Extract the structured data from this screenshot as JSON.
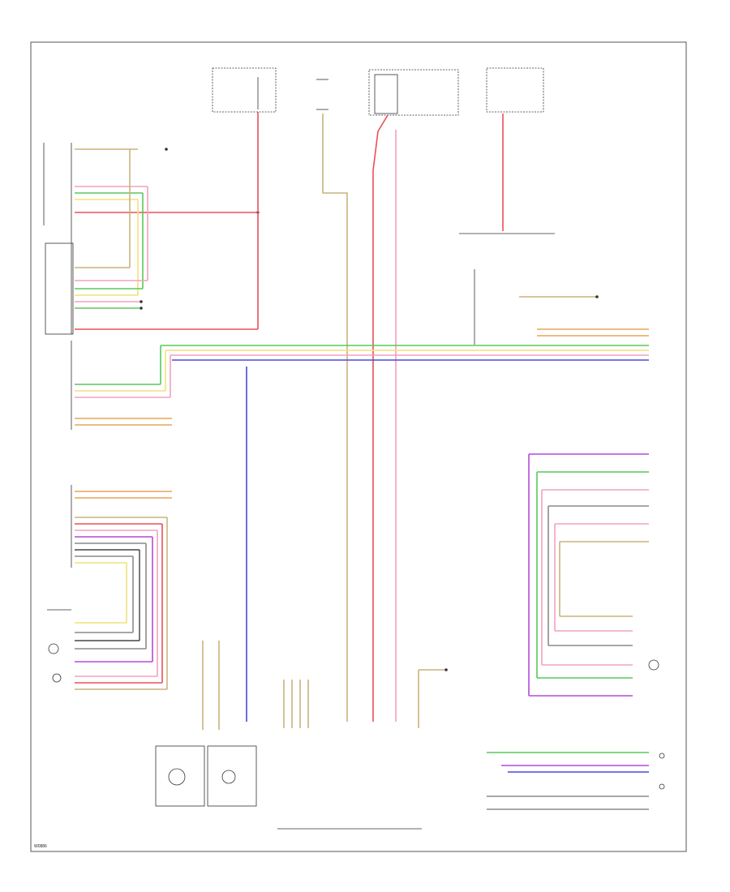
{
  "footer": {
    "code": "W0886"
  },
  "colors": {
    "red": "#e8505a",
    "pink": "#f2a2c0",
    "green": "#59c95a",
    "yellow": "#f0e27a",
    "orange": "#e8a65a",
    "tan": "#c8b47c",
    "blue": "#4a4ad8",
    "violet": "#b44ad8",
    "gray": "#8a8a8a",
    "black": "#222222"
  },
  "icons": [
    "ground-symbol",
    "speed-sensor-symbol",
    "sensor-symbol"
  ]
}
